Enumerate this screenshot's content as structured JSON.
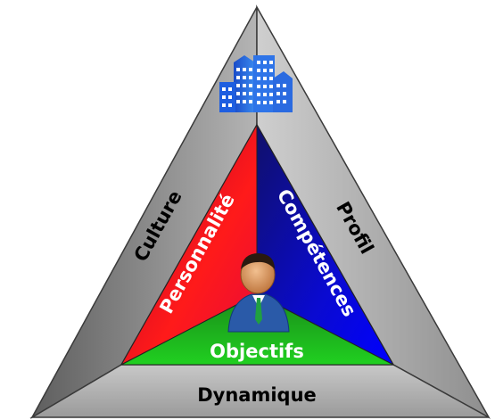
{
  "diagram": {
    "outer_labels": {
      "left": "Culture",
      "right": "Profil",
      "bottom": "Dynamique"
    },
    "inner_labels": {
      "left": "Personnalité",
      "right": "Compétences",
      "bottom": "Objectifs"
    },
    "icons": {
      "top": "buildings-icon",
      "center": "businessman-icon"
    },
    "colors": {
      "outer_face": "#8a8a8a",
      "left_segment": "#e0102a",
      "right_segment": "#0a0ab0",
      "bottom_segment": "#16b016",
      "building": "#1e5ee0",
      "suit": "#2a5aa8"
    }
  }
}
